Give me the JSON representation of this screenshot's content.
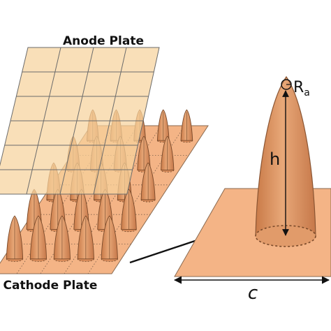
{
  "labels": {
    "anode_plate": "Anode Plate",
    "cathode_plate": "Cathode Plate",
    "height": "h",
    "radius_main": "R",
    "radius_sub": "a",
    "spacing": "c"
  },
  "colors": {
    "anode_fill": "#f6d39c",
    "cathode_fill": "#f4b486",
    "tip_fill": "#dc9462",
    "tip_stroke": "#8a5533",
    "grid_line": "#6b6b6b",
    "annotation": "#111111"
  },
  "icons": {
    "arrow": "arrow-right-icon",
    "double_arrow": "double-headed-arrow-icon"
  }
}
